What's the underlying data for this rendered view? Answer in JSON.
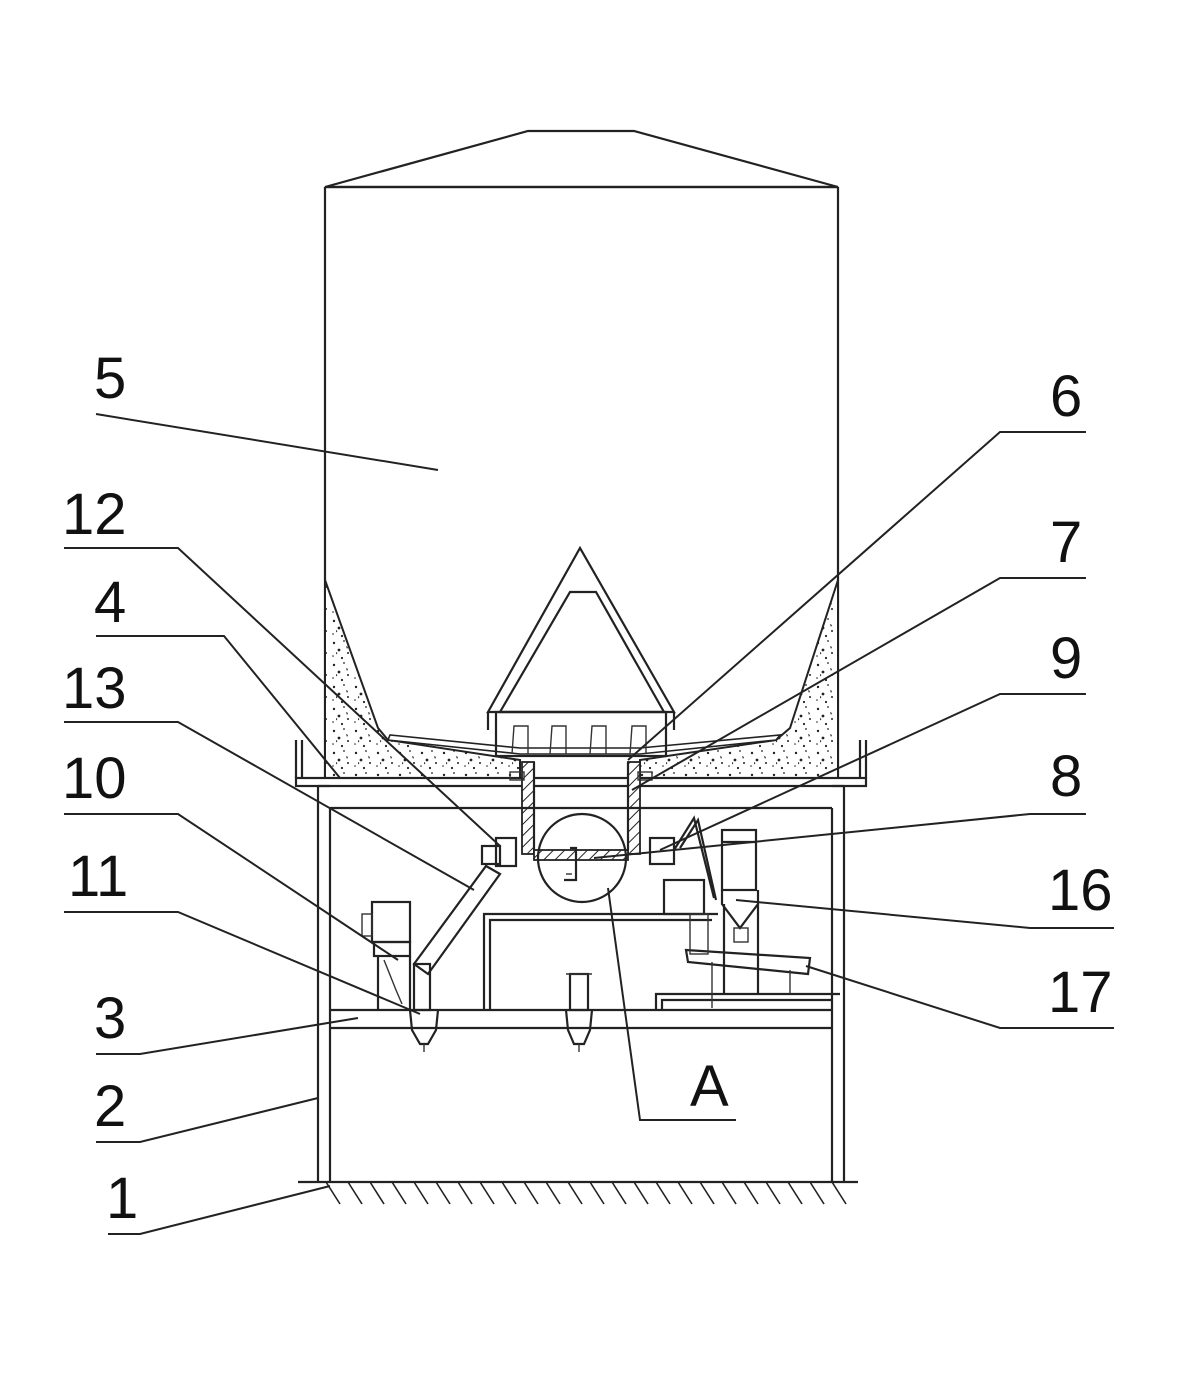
{
  "diagram": {
    "labels": {
      "l1": "1",
      "l2": "2",
      "l3": "3",
      "l4": "4",
      "l5": "5",
      "l6": "6",
      "l7": "7",
      "l8": "8",
      "l9": "9",
      "l10": "10",
      "l11": "11",
      "l12": "12",
      "l13": "13",
      "l16": "16",
      "l17": "17",
      "lA": "A"
    }
  }
}
